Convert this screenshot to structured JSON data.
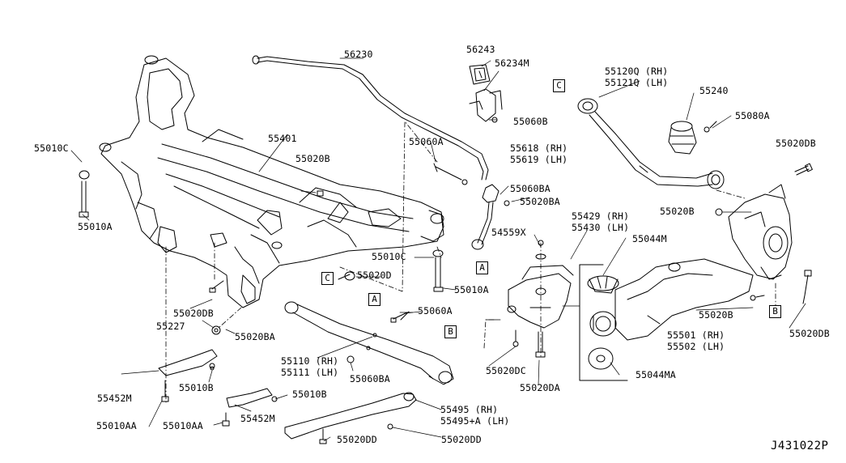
{
  "figure_number": "J431022P",
  "labels": {
    "l56230": "56230",
    "l56243": "56243",
    "l56234M": "56234M",
    "l55060B": "55060B",
    "l55060A_top": "55060A",
    "l55618": "55618 (RH)",
    "l55619": "55619 (LH)",
    "l55060BA_top": "55060BA",
    "l55020BA_top": "55020BA",
    "l55120Q": "55120Q (RH)",
    "l55121Q": "55121Q (LH)",
    "l55240": "55240",
    "l55080A": "55080A",
    "l55020DB_tr": "55020DB",
    "l55020B_right": "55020B",
    "l55401": "55401",
    "l55020B_top": "55020B",
    "l55010C_left": "55010C",
    "l55010A_left": "55010A",
    "l55010C_mid": "55010C",
    "l55010A_mid": "55010A",
    "l55020D": "55020D",
    "l55429": "55429 (RH)",
    "l55430": "55430 (LH)",
    "l55044M": "55044M",
    "l54559X": "54559X",
    "l55020DB_left": "55020DB",
    "l55227": "55227",
    "l55020BA_left": "55020BA",
    "l55060A_mid": "55060A",
    "l55110": "55110 (RH)",
    "l55111": "55111 (LH)",
    "l55060BA_mid": "55060BA",
    "l55020DC": "55020DC",
    "l55020DA": "55020DA",
    "l55044MA": "55044MA",
    "l55501": "55501 (RH)",
    "l55502": "55502 (LH)",
    "l55020B_br": "55020B",
    "l55020DB_br": "55020DB",
    "l55452M_left": "55452M",
    "l55010B_left": "55010B",
    "l55010B_mid": "55010B",
    "l55495": "55495 (RH)",
    "l55495A": "55495+A (LH)",
    "l55452M_mid": "55452M",
    "l55010AA_left": "55010AA",
    "l55010AA_mid": "55010AA",
    "l55020DD_a": "55020DD",
    "l55020DD_b": "55020DD"
  },
  "callouts": {
    "c_top": "C",
    "c_left": "C",
    "a_mid": "A",
    "a_right": "A",
    "b_left": "B",
    "b_right": "B"
  }
}
